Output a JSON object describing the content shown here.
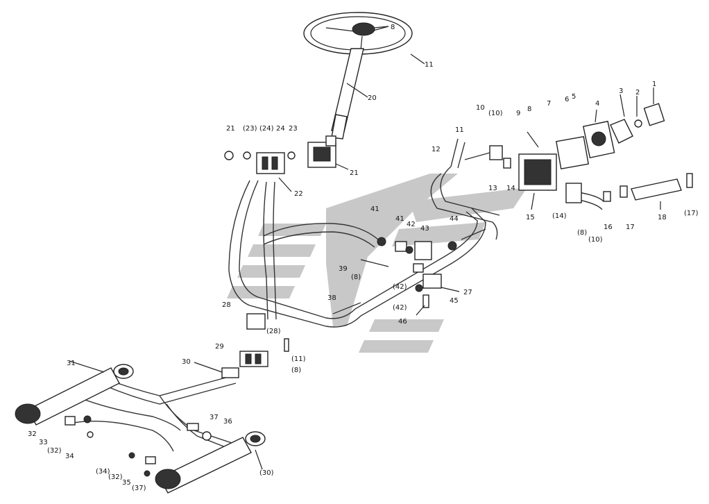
{
  "callouts": [
    {
      "id": "c-8a",
      "text": "8"
    },
    {
      "id": "c-11a",
      "text": "11"
    },
    {
      "id": "c-20a",
      "text": "20"
    },
    {
      "id": "c-21a",
      "text": "21"
    },
    {
      "id": "c-23p",
      "text": "(23)"
    },
    {
      "id": "c-24p",
      "text": "(24)"
    },
    {
      "id": "c-24",
      "text": "24"
    },
    {
      "id": "c-23",
      "text": "23"
    },
    {
      "id": "c-21b",
      "text": "21"
    },
    {
      "id": "c-22",
      "text": "22"
    },
    {
      "id": "c-10a",
      "text": "10"
    },
    {
      "id": "c-10p",
      "text": "(10)"
    },
    {
      "id": "c-9",
      "text": "9"
    },
    {
      "id": "c-8b",
      "text": "8"
    },
    {
      "id": "c-7",
      "text": "7"
    },
    {
      "id": "c-6",
      "text": "6"
    },
    {
      "id": "c-5",
      "text": "5"
    },
    {
      "id": "c-4",
      "text": "4"
    },
    {
      "id": "c-3",
      "text": "3"
    },
    {
      "id": "c-2",
      "text": "2"
    },
    {
      "id": "c-1",
      "text": "1"
    },
    {
      "id": "c-11b",
      "text": "11"
    },
    {
      "id": "c-12",
      "text": "12"
    },
    {
      "id": "c-13",
      "text": "13"
    },
    {
      "id": "c-14",
      "text": "14"
    },
    {
      "id": "c-15",
      "text": "15"
    },
    {
      "id": "c-14p",
      "text": "(14)"
    },
    {
      "id": "c-8p",
      "text": "(8)"
    },
    {
      "id": "c-10p2",
      "text": "(10)"
    },
    {
      "id": "c-16",
      "text": "16"
    },
    {
      "id": "c-17",
      "text": "17"
    },
    {
      "id": "c-18",
      "text": "18"
    },
    {
      "id": "c-17p",
      "text": "(17)"
    },
    {
      "id": "c-41a",
      "text": "41"
    },
    {
      "id": "c-41b",
      "text": "41"
    },
    {
      "id": "c-42",
      "text": "42"
    },
    {
      "id": "c-43",
      "text": "43"
    },
    {
      "id": "c-44",
      "text": "44"
    },
    {
      "id": "c-39",
      "text": "39"
    },
    {
      "id": "c-8p2",
      "text": "(8)"
    },
    {
      "id": "c-42p",
      "text": "(42)"
    },
    {
      "id": "c-27",
      "text": "27"
    },
    {
      "id": "c-45",
      "text": "45"
    },
    {
      "id": "c-42p2",
      "text": "(42)"
    },
    {
      "id": "c-46",
      "text": "46"
    },
    {
      "id": "c-38",
      "text": "38"
    },
    {
      "id": "c-28",
      "text": "28"
    },
    {
      "id": "c-28p",
      "text": "(28)"
    },
    {
      "id": "c-29",
      "text": "29"
    },
    {
      "id": "c-11p",
      "text": "(11)"
    },
    {
      "id": "c-8p3",
      "text": "(8)"
    },
    {
      "id": "c-30",
      "text": "30"
    },
    {
      "id": "c-31",
      "text": "31"
    },
    {
      "id": "c-32",
      "text": "32"
    },
    {
      "id": "c-33",
      "text": "33"
    },
    {
      "id": "c-32p",
      "text": "(32)"
    },
    {
      "id": "c-34",
      "text": "34"
    },
    {
      "id": "c-37",
      "text": "37"
    },
    {
      "id": "c-36",
      "text": "36"
    },
    {
      "id": "c-34p",
      "text": "(34)"
    },
    {
      "id": "c-32p2",
      "text": "(32)"
    },
    {
      "id": "c-35",
      "text": "35"
    },
    {
      "id": "c-37p",
      "text": "(37)"
    },
    {
      "id": "c-130",
      "text": "(30)"
    }
  ],
  "colors": {
    "watermark": "#c8c8c8",
    "ink": "#222222",
    "background": "#ffffff"
  }
}
